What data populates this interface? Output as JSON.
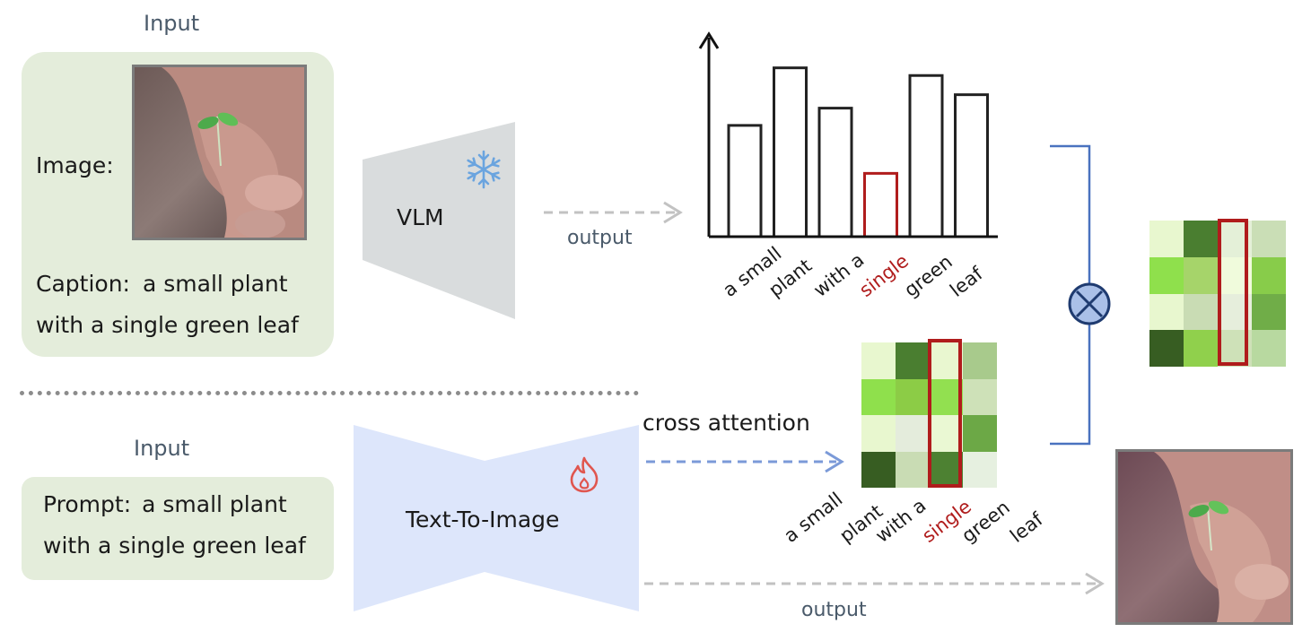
{
  "top": {
    "input_label": "Input",
    "image_label": "Image",
    "colon": ":",
    "caption_label": "Caption",
    "caption_colon": ":",
    "caption_text_line1": "a small plant",
    "caption_text_line2": "with a single green leaf",
    "model_label": "VLM",
    "model_icon": "snowflake-icon",
    "output_label": "output"
  },
  "bottom": {
    "input_label": "Input",
    "prompt_label": "Prompt",
    "prompt_colon": ":",
    "prompt_text_line1": "a small plant",
    "prompt_text_line2": "with a single green leaf",
    "model_label": "Text-To-Image",
    "model_icon": "flame-icon",
    "cross_attention_label": "cross attention",
    "output_label": "output"
  },
  "operator": "multiply-circle-icon",
  "colors": {
    "panel": "#e4eddb",
    "vlm": "#d9dcdd",
    "t2i": "#dde6fb",
    "highlight": "#b01c1c",
    "bracket": "#4a72bf"
  },
  "chart_data": {
    "type": "bar",
    "categories": [
      "a small",
      "plant",
      "with a",
      "single",
      "green",
      "leaf"
    ],
    "values": [
      58,
      88,
      67,
      33,
      84,
      74
    ],
    "highlight_category": "single",
    "ylim": [
      0,
      100
    ]
  },
  "words": [
    "a small",
    "plant",
    "with a",
    "single",
    "green",
    "leaf"
  ],
  "highlight_word": "single"
}
